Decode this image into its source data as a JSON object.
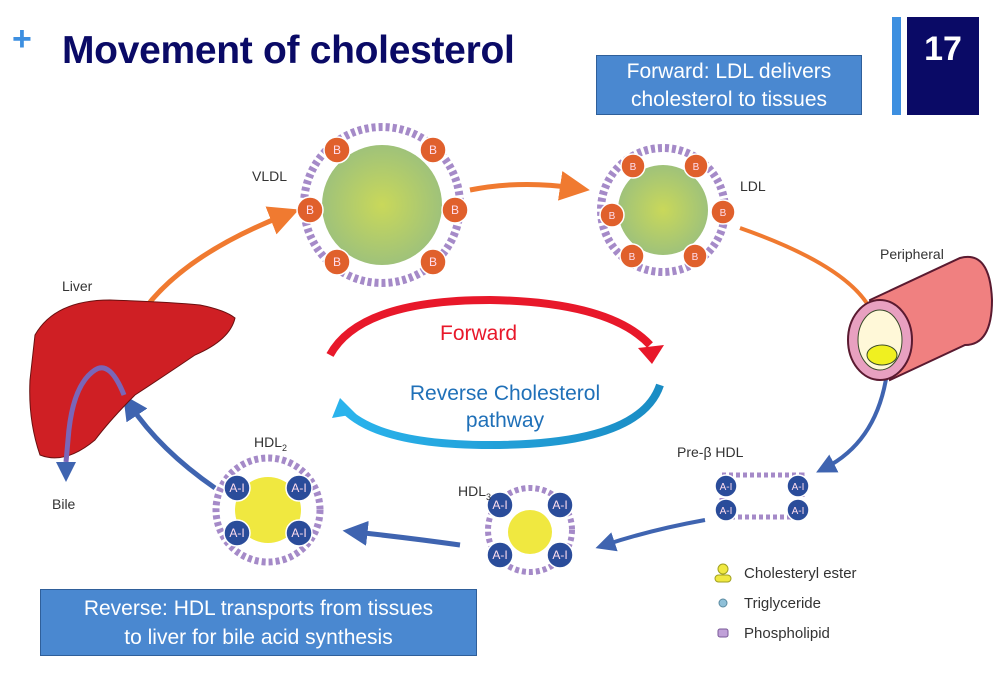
{
  "slide": {
    "title": "Movement of cholesterol",
    "plus_mark": "+",
    "page_number": "17",
    "colors": {
      "title": "#0a0a66",
      "accent": "#3d8fe0",
      "callout_fill": "#4a88d0",
      "forward_arrow": "#e8182a",
      "reverse_arrow": "#1ea3e0",
      "lipid_transport_arrow": "#f07a30",
      "hdl_arrow": "#3f64b0",
      "liver": "#cf1f24"
    }
  },
  "callouts": {
    "forward": [
      "Forward: LDL delivers",
      "cholesterol to tissues"
    ],
    "reverse": [
      "Reverse: HDL transports from tissues",
      "to liver for bile acid synthesis"
    ]
  },
  "center": {
    "forward_label": "Forward",
    "reverse_label": [
      "Reverse Cholesterol",
      "pathway"
    ]
  },
  "labels": {
    "liver": "Liver",
    "bile": "Bile",
    "vldl": "VLDL",
    "ldl": "LDL",
    "peripheral": "Peripheral",
    "pre_beta_hdl": "Pre-β HDL",
    "hdl2": "HDL",
    "hdl2_sub": "2",
    "hdl3": "HDL",
    "hdl3_sub": "3",
    "apo_b": "B",
    "apo_a1": "A-I"
  },
  "legend": [
    {
      "label": "Cholesteryl ester",
      "icon": "cholesteryl-ester-icon"
    },
    {
      "label": "Triglyceride",
      "icon": "triglyceride-icon"
    },
    {
      "label": "Phospholipid",
      "icon": "phospholipid-icon"
    }
  ]
}
